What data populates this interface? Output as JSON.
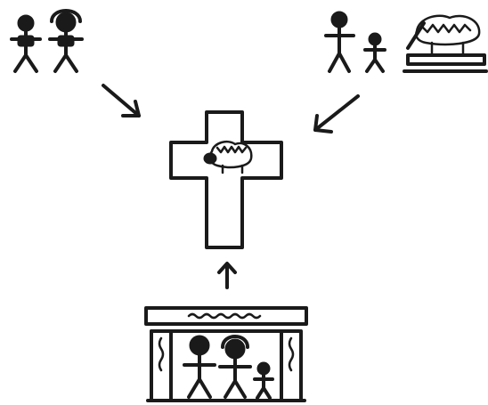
{
  "diagram": {
    "style": "hand-drawn sketch",
    "ink_color": "#1a1a1a",
    "background_color": "#ffffff",
    "groups": [
      {
        "id": "couple",
        "figures": [
          "man",
          "woman"
        ]
      },
      {
        "id": "man-with-child-and-lamb-on-altar",
        "figures": [
          "man",
          "child",
          "lamb-on-altar"
        ]
      },
      {
        "id": "family-in-temple",
        "figures": [
          "man",
          "woman",
          "child"
        ]
      }
    ],
    "center": {
      "shape": "cross",
      "contains": "lamb"
    },
    "arrows": [
      {
        "from": "couple",
        "to": "cross"
      },
      {
        "from": "man-with-child-and-lamb-on-altar",
        "to": "cross"
      },
      {
        "from": "family-in-temple",
        "to": "cross"
      }
    ]
  }
}
